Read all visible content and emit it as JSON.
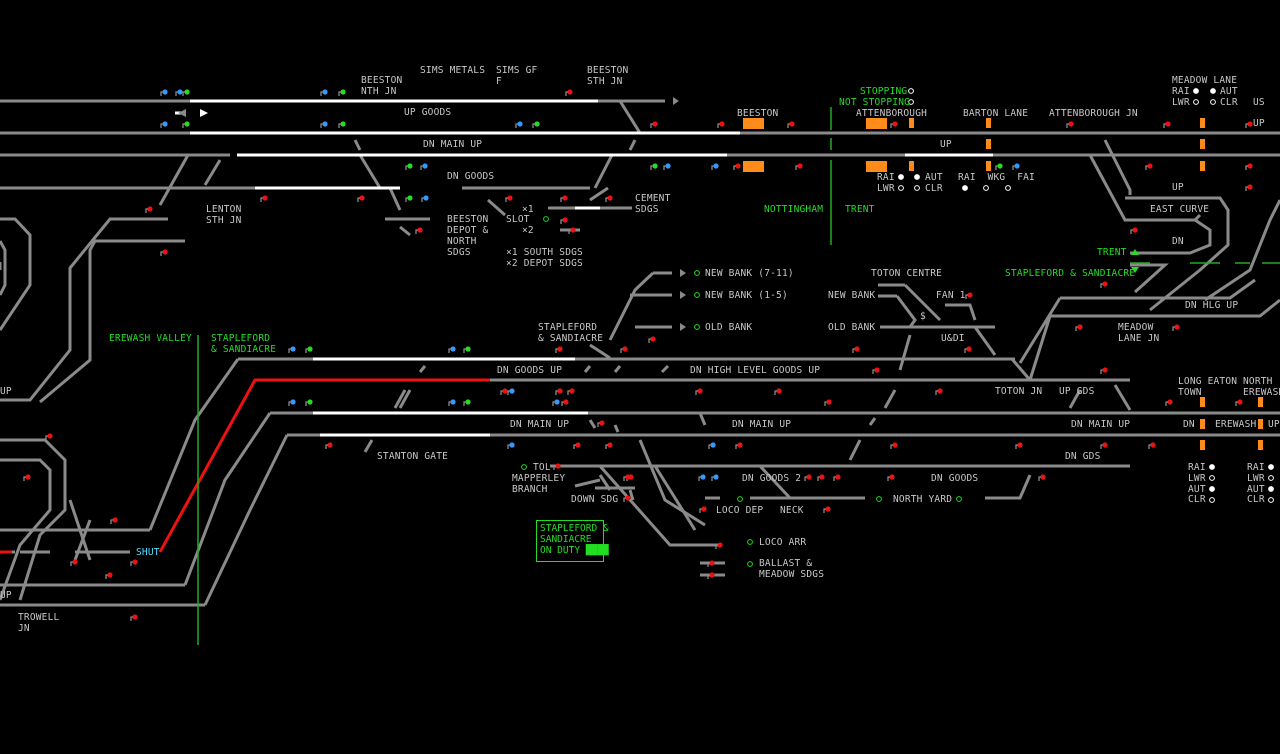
{
  "colors": {
    "track": "#8a8a8a",
    "route": "#ffffff",
    "occupied": "#ee1111",
    "signal_red": "#ee1111",
    "signal_green": "#22dd22",
    "signal_blue": "#3399ff",
    "crossing": "#ff8c1a",
    "text": "#c8c8c8",
    "text_green": "#22dd22",
    "text_cyan": "#55ddff"
  },
  "labels": {
    "sims_metals": "SIMS METALS",
    "sims_gf": "SIMS GF",
    "sims_gf_f": "F",
    "beeston_sth_jn": [
      "BEESTON",
      "STH JN"
    ],
    "beeston_nth_jn": [
      "BEESTON",
      "NTH JN"
    ],
    "up_goods_1": "UP GOODS",
    "beeston": "BEESTON",
    "dn_main_up_1": "DN MAIN UP",
    "dn_goods_1": "DN GOODS",
    "lenton_sth_jn": [
      "LENTON",
      "STH JN"
    ],
    "beeston_depot": [
      "BEESTON",
      "DEPOT &",
      "NORTH",
      "SDGS"
    ],
    "slot": "SLOT",
    "x1": "×1",
    "x2": "×2",
    "cement_sdgs": [
      "CEMENT",
      "SDGS"
    ],
    "south_sdgs": "×1 SOUTH SDGS",
    "depot_sdgs": "×2 DEPOT SDGS",
    "stopping": "STOPPING",
    "not_stopping": "NOT STOPPING",
    "attenborough": "ATTENBOROUGH",
    "barton_lane": "BARTON LANE",
    "attenborough_jn": "ATTENBOROUGH JN",
    "meadow_lane": "MEADOW LANE",
    "rai_top": "RAI",
    "lwr_top": "LWR",
    "aut_top": "AUT",
    "clr_top": "CLR",
    "us_top": "US",
    "up_top_right": "UP",
    "up_mid": "UP",
    "up_east": "UP",
    "rai_att": "RAI",
    "lwr_att": "LWR",
    "aut_att": "AUT",
    "clr_att": "CLR",
    "rai_wkg_fai": "RAI  WKG  FAI",
    "nottingham": "NOTTINGHAM",
    "trent": "TRENT",
    "east_curve": "EAST CURVE",
    "dn_east": "DN",
    "trent_2": "TRENT",
    "stapleford_sandiacre_right": "STAPLEFORD & SANDIACRE",
    "new_bank_7_11": "NEW BANK (7-11)",
    "new_bank_1_5": "NEW BANK (1-5)",
    "old_bank": "OLD BANK",
    "toton_centre": "TOTON CENTRE",
    "new_bank": "NEW BANK",
    "fan_1": "FAN 1",
    "old_bank_2": "OLD BANK",
    "dollar": "$",
    "u_di": "U&DI",
    "dn_hlg_up": "DN HLG UP",
    "meadow_lane_jn": [
      "MEADOW",
      "LANE JN"
    ],
    "erewash_valley": "EREWASH VALLEY",
    "stapleford_sandiacre_left": [
      "STAPLEFORD",
      "& SANDIACRE"
    ],
    "stapleford_sandiacre_mid": [
      "STAPLEFORD",
      "& SANDIACRE"
    ],
    "dn_goods_up": "DN GOODS UP",
    "dn_high_level_goods_up": "DN HIGH LEVEL GOODS UP",
    "up_left_1": "UP",
    "toton_jn": "TOTON JN",
    "up_gds": "UP GDS",
    "long_eaton_town": [
      "LONG EATON",
      "TOWN"
    ],
    "north_erewash": [
      "NORTH",
      "EREWASH"
    ],
    "dn_main_up_2": "DN MAIN UP",
    "dn_main_up_3": "DN MAIN UP",
    "dn_main_up_4": "DN MAIN UP",
    "dn_right": "DN",
    "erewash_up": "EREWASH",
    "up_right_edge": "UP",
    "stanton_gate": "STANTON GATE",
    "dn_gds": "DN GDS",
    "tol": "TOL",
    "mapperley_branch": [
      "MAPPERLEY",
      "BRANCH"
    ],
    "down_sdg": "DOWN SDG",
    "dn_goods_2": "DN GOODS 2",
    "dn_goods_3": "DN GOODS",
    "loco_dep": "LOCO DEP",
    "neck": "NECK",
    "north_yard": "NORTH YARD",
    "loco_arr": "LOCO ARR",
    "ballast": [
      "BALLAST &",
      "MEADOW SDGS"
    ],
    "rai_b1": "RAI",
    "lwr_b1": "LWR",
    "aut_b1": "AUT",
    "clr_b1": "CLR",
    "rai_b2": "RAI",
    "lwr_b2": "LWR",
    "aut_b2": "AUT",
    "clr_b2": "CLR",
    "shut": "SHUT",
    "up_left_2": "UP",
    "trowell_jn": [
      "TROWELL",
      "JN"
    ]
  },
  "duty_box": {
    "line1": "STAPLEFORD &",
    "line2": "SANDIACRE",
    "line3": "ON DUTY ████"
  }
}
